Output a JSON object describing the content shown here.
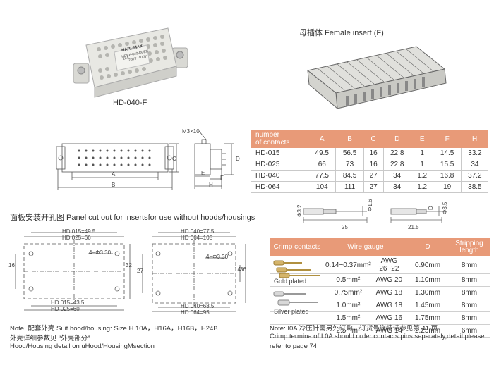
{
  "product": {
    "model_label": "HD-040-F",
    "insert_title": "母插体 Female insert (F)",
    "brand_mark": "HARDMAX",
    "insert_markings": [
      "HDEF-040-D0EE",
      "10A",
      "250V~400V"
    ]
  },
  "drawing": {
    "screw_label": "M3×10",
    "dim_a": "A",
    "dim_b": "B",
    "dim_c": "C",
    "dim_d": "D",
    "dim_e": "E",
    "dim_f": "F",
    "dim_h": "H"
  },
  "dimension_table": {
    "header_first": [
      "number",
      "of contacts"
    ],
    "columns": [
      "A",
      "B",
      "C",
      "D",
      "E",
      "F",
      "H"
    ],
    "rows": [
      {
        "model": "HD-015",
        "values": [
          "49.5",
          "56.5",
          "16",
          "22.8",
          "1",
          "14.5",
          "33.2"
        ]
      },
      {
        "model": "HD-025",
        "values": [
          "66",
          "73",
          "16",
          "22.8",
          "1",
          "15.5",
          "34"
        ]
      },
      {
        "model": "HD-040",
        "values": [
          "77.5",
          "84.5",
          "27",
          "34",
          "1.2",
          "16.8",
          "37.2"
        ]
      },
      {
        "model": "HD-064",
        "values": [
          "104",
          "111",
          "27",
          "34",
          "1.2",
          "19",
          "38.5"
        ]
      }
    ]
  },
  "pins": {
    "dia1": "Φ3.2",
    "len1": "25",
    "dia2": "Φ1.6",
    "dia3": "Φ3.5",
    "len2": "21.5",
    "dia4": "D"
  },
  "panel_cutout": {
    "title": "面板安装开孔图 Panel cut out for insertsfor use without hoods/housings",
    "left": {
      "top1": "HD 015=49.5",
      "top2": "HD 025=66",
      "hole": "4−Φ3.30",
      "bot1": "HD 015=43.5",
      "bot2": "HD 025=60",
      "left_dim": "16",
      "right_dim": "32"
    },
    "right": {
      "top1": "HD 040=77.5",
      "top2": "HD 064=105",
      "hole": "4−Φ3.30",
      "bot1": "HD 040=68.5",
      "bot2": "HD 064=95",
      "left_dim": "27",
      "right_dim1": "14",
      "right_dim2": "36"
    }
  },
  "crimp_table": {
    "headers": [
      "Crimp contacts",
      "Wire gauge",
      "D",
      "Stripping length"
    ],
    "rows": [
      {
        "mm2": "0.14~0.37mm²",
        "awg": "AWG 26~22",
        "d": "0.90mm",
        "len": "8mm"
      },
      {
        "mm2": "0.5mm²",
        "awg": "AWG 20",
        "d": "1.10mm",
        "len": "8mm"
      },
      {
        "mm2": "0.75mm²",
        "awg": "AWG 18",
        "d": "1.30mm",
        "len": "8mm"
      },
      {
        "mm2": "1.0mm²",
        "awg": "AWG 18",
        "d": "1.45mm",
        "len": "8mm"
      },
      {
        "mm2": "1.5mm²",
        "awg": "AWG 16",
        "d": "1.75mm",
        "len": "8mm"
      },
      {
        "mm2": "2.5mm²",
        "awg": "AWG 14",
        "d": "2.25mm",
        "len": "6mm"
      }
    ],
    "gold_label": "Gold plated",
    "silver_label": "Silver plated"
  },
  "notes": {
    "left_line1": "Note: 配套外壳 Suit hood/housing: Size H 10A，H16A，H16B，H24B",
    "left_line2": "外壳详细参数见 “外壳部分”",
    "left_line3": "Hood/Housing detail on uHood/HousingMsection",
    "right_line1": "Note: I0A 冷压针需另外订购，订货号详情请参见第 41 页",
    "right_line2": "Crimp termina of I 0A should order contacts pins separately,detail please",
    "right_line3": "refer to page 74"
  },
  "colors": {
    "accent": "#e89a78",
    "line": "#555555"
  }
}
